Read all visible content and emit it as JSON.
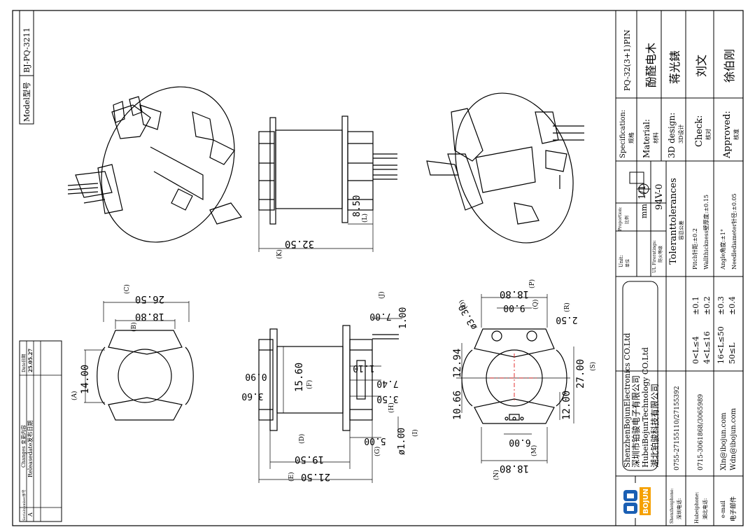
{
  "model": {
    "label": "Model型号",
    "number": "BJ-PQ-3211"
  },
  "title_block": {
    "specification_label": "Specification:",
    "specification_cn": "规格",
    "specification_value": "PQ-32(3+1)PIN",
    "material_label": "Material:",
    "material_cn": "材料",
    "material_value": "酚醛电木",
    "design_label": "3D design:",
    "design_cn": "3D设计",
    "design_value": "蒋光錶",
    "check_label": "Check:",
    "check_cn": "核对",
    "check_value": "刘文",
    "approved_label": "Approved:",
    "approved_cn": "核准",
    "approved_value": "徐伯刚",
    "unit_label": "Unit:",
    "unit_cn": "单位",
    "unit_value": "mm",
    "proportion_label": "Proportion:",
    "proportion_cn": "比例",
    "proportion_value": "1/1",
    "ul_label": "UL Fireratings:",
    "ul_cn": "防火等级",
    "ul_value": "94V-0",
    "tolerances_title": "Toleranttolerances",
    "tolerances_cn": "容忍公差",
    "tol_pitch": "Pitch针距:±0.2",
    "tol_wall": "Wallthickness壁厚度:±0.15",
    "tol_angle": "Angle角度:±1°",
    "tol_needle": "Needlediameter针径:±0.05",
    "tol_ranges": [
      "0<L≤4",
      "4<L≤16",
      "16<L≤50",
      "50≤L"
    ],
    "tol_values": [
      "±0.1",
      "±0.2",
      "±0.3",
      "±0.4"
    ]
  },
  "company": {
    "name_en_1": "ShenzhenBojunElectronics CO.Ltd",
    "name_cn_1": "深圳市铂骏电子有限公司",
    "name_en_2": "HubeiBojunTechnology CO.Ltd",
    "name_cn_2": "湖北铂骏科技有限公司",
    "logo_text": "BOJUN",
    "sz_phone_label": "Shenzhenphone:",
    "sz_phone_cn": "深圳电话:",
    "sz_phone": "0755-27155110/27155392",
    "hb_phone_label": "Hubeiphone:",
    "hb_phone_cn": "湖北电话:",
    "hb_phone": "0715-3061868/3065989",
    "email_label": "e-mail",
    "email_cn": "电子邮件",
    "email_1": "Xln@ibojun.com",
    "email_2": "Wdn@ibojun.com"
  },
  "revisions": {
    "serial_header": "Serialnumber序号",
    "changes_header": "Changes 变更内容",
    "date_header": "Date日期",
    "rows": [
      {
        "serial": "A",
        "change": "Releasedate发布日期",
        "date": "25.05.27"
      }
    ]
  },
  "dimensions": {
    "len_total": "32.50",
    "len_L": "8.50",
    "L_label": "(L)",
    "K_label": "(K)",
    "c_26_50": "26.50",
    "C_label": "(C)",
    "b_18_80": "18.80",
    "B_label": "(B)",
    "a_14_00": "14.00",
    "A_label": "(A)",
    "j_7_00": "7.00",
    "J_label": "(J)",
    "pin_1_00": "1.00",
    "d_0_90": "0.90",
    "d_3_60": "3.60",
    "f_15_60": "15.60",
    "F_label": "(F)",
    "d_1_10": "1.10",
    "d_7_40": "7.40",
    "h_3_50": "3.50",
    "H_label": "(H)",
    "g_5_00": "5.00",
    "G_label": "(G)",
    "phi_1_00": "ø1.00",
    "I_label": "(I)",
    "d_19_50": "19.50",
    "D_label": "(D)",
    "e_21_50": "21.50",
    "E_label": "(E)",
    "p_18_80": "18.80",
    "P_label": "(P)",
    "q_9_00": "9.00",
    "Q_label": "(Q)",
    "o_3_30": "ø3.30",
    "O_label": "(O)",
    "r_2_50": "2.50",
    "R_label": "(R)",
    "d_12_94": "12.94",
    "d_10_66": "10.66",
    "s_27_00": "27.00",
    "S_label": "(S)",
    "d_12_00": "12.00",
    "m_6_00": "6.00",
    "M_label": "(M)",
    "n_18_80": "18.80",
    "N_label": "(N)"
  }
}
